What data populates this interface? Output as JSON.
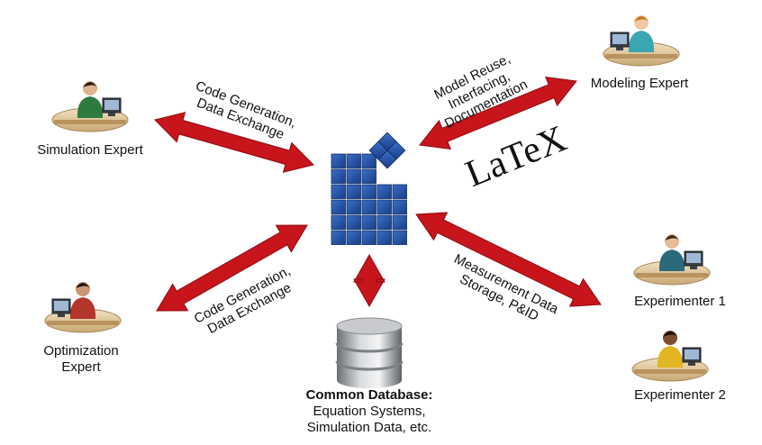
{
  "actors": {
    "simulation": "Simulation Expert",
    "modeling": "Modeling Expert",
    "optimization_line1": "Optimization",
    "optimization_line2": "Expert",
    "experimenter1": "Experimenter 1",
    "experimenter2": "Experimenter 2"
  },
  "edges": {
    "sim_line1": "Code Generation,",
    "sim_line2": "Data Exchange",
    "model_line1": "Model Reuse,",
    "model_line2": "Interfacing,",
    "model_line3": "Documentation",
    "opt_line1": "Code Generation,",
    "opt_line2": "Data Exchange",
    "exp_line1": "Measurement Data",
    "exp_line2": "Storage, P&ID"
  },
  "latex_logo": "LaTeX",
  "database": {
    "title": "Common Database:",
    "line1": "Equation Systems,",
    "line2": "Simulation Data, etc."
  },
  "colors": {
    "arrow_red": "#c8141b",
    "grid_blue": "#1f4e9c",
    "desk": "#e8d3a8"
  }
}
